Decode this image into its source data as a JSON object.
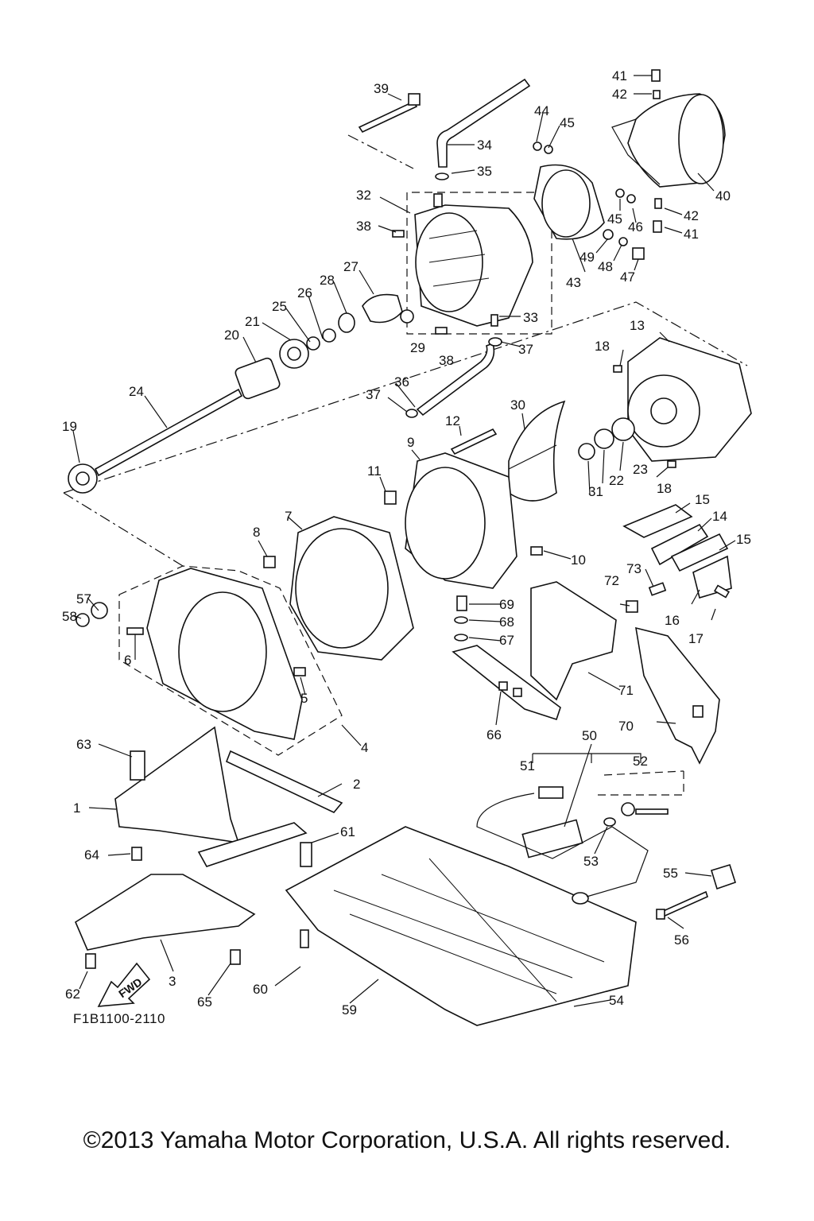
{
  "figure_code": "F1B1100-2110",
  "copyright": "©2013 Yamaha Motor Corporation, U.S.A. All rights reserved.",
  "fwd_label": "FWD",
  "callouts": [
    {
      "id": "1",
      "text": "1"
    },
    {
      "id": "2",
      "text": "2"
    },
    {
      "id": "3",
      "text": "3"
    },
    {
      "id": "4",
      "text": "4"
    },
    {
      "id": "5",
      "text": "5"
    },
    {
      "id": "6",
      "text": "6"
    },
    {
      "id": "7",
      "text": "7"
    },
    {
      "id": "8",
      "text": "8"
    },
    {
      "id": "9",
      "text": "9"
    },
    {
      "id": "10",
      "text": "10"
    },
    {
      "id": "11",
      "text": "11"
    },
    {
      "id": "12",
      "text": "12"
    },
    {
      "id": "13",
      "text": "13"
    },
    {
      "id": "14",
      "text": "14"
    },
    {
      "id": "15a",
      "text": "15"
    },
    {
      "id": "15b",
      "text": "15"
    },
    {
      "id": "16",
      "text": "16"
    },
    {
      "id": "17",
      "text": "17"
    },
    {
      "id": "18a",
      "text": "18"
    },
    {
      "id": "18b",
      "text": "18"
    },
    {
      "id": "19",
      "text": "19"
    },
    {
      "id": "20",
      "text": "20"
    },
    {
      "id": "21",
      "text": "21"
    },
    {
      "id": "22",
      "text": "22"
    },
    {
      "id": "23",
      "text": "23"
    },
    {
      "id": "24",
      "text": "24"
    },
    {
      "id": "25",
      "text": "25"
    },
    {
      "id": "26",
      "text": "26"
    },
    {
      "id": "27",
      "text": "27"
    },
    {
      "id": "28",
      "text": "28"
    },
    {
      "id": "29",
      "text": "29"
    },
    {
      "id": "30",
      "text": "30"
    },
    {
      "id": "31",
      "text": "31"
    },
    {
      "id": "32",
      "text": "32"
    },
    {
      "id": "33",
      "text": "33"
    },
    {
      "id": "34",
      "text": "34"
    },
    {
      "id": "35",
      "text": "35"
    },
    {
      "id": "36",
      "text": "36"
    },
    {
      "id": "37a",
      "text": "37"
    },
    {
      "id": "37b",
      "text": "37"
    },
    {
      "id": "38a",
      "text": "38"
    },
    {
      "id": "38b",
      "text": "38"
    },
    {
      "id": "39",
      "text": "39"
    },
    {
      "id": "40",
      "text": "40"
    },
    {
      "id": "41a",
      "text": "41"
    },
    {
      "id": "41b",
      "text": "41"
    },
    {
      "id": "42a",
      "text": "42"
    },
    {
      "id": "42b",
      "text": "42"
    },
    {
      "id": "43",
      "text": "43"
    },
    {
      "id": "44",
      "text": "44"
    },
    {
      "id": "45a",
      "text": "45"
    },
    {
      "id": "45b",
      "text": "45"
    },
    {
      "id": "46",
      "text": "46"
    },
    {
      "id": "47",
      "text": "47"
    },
    {
      "id": "48",
      "text": "48"
    },
    {
      "id": "49",
      "text": "49"
    },
    {
      "id": "50",
      "text": "50"
    },
    {
      "id": "51",
      "text": "51"
    },
    {
      "id": "52",
      "text": "52"
    },
    {
      "id": "53",
      "text": "53"
    },
    {
      "id": "54",
      "text": "54"
    },
    {
      "id": "55",
      "text": "55"
    },
    {
      "id": "56",
      "text": "56"
    },
    {
      "id": "57",
      "text": "57"
    },
    {
      "id": "58",
      "text": "58"
    },
    {
      "id": "59",
      "text": "59"
    },
    {
      "id": "60",
      "text": "60"
    },
    {
      "id": "61",
      "text": "61"
    },
    {
      "id": "62",
      "text": "62"
    },
    {
      "id": "63",
      "text": "63"
    },
    {
      "id": "64",
      "text": "64"
    },
    {
      "id": "65",
      "text": "65"
    },
    {
      "id": "66",
      "text": "66"
    },
    {
      "id": "67",
      "text": "67"
    },
    {
      "id": "68",
      "text": "68"
    },
    {
      "id": "69",
      "text": "69"
    },
    {
      "id": "70",
      "text": "70"
    },
    {
      "id": "71",
      "text": "71"
    },
    {
      "id": "72",
      "text": "72"
    },
    {
      "id": "73",
      "text": "73"
    }
  ]
}
